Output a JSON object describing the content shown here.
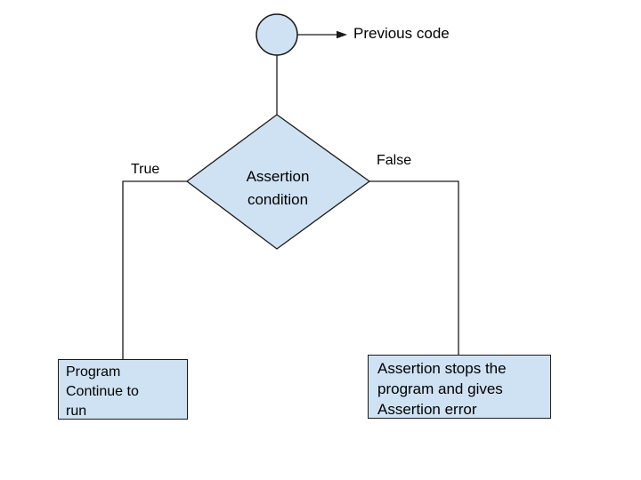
{
  "colors": {
    "shape_fill": "#cfe2f3",
    "shape_stroke": "#1a1a1a",
    "connector": "#1a1a1a",
    "text": "#000000",
    "background": "#ffffff"
  },
  "flowchart": {
    "start_label": "Previous code",
    "decision": {
      "label": "Assertion\ncondition"
    },
    "branches": {
      "true_label": "True",
      "false_label": "False"
    },
    "outcomes": {
      "true_box": "Program\nContinue to\nrun",
      "false_box": "Assertion stops the\nprogram and gives\nAssertion error"
    }
  }
}
